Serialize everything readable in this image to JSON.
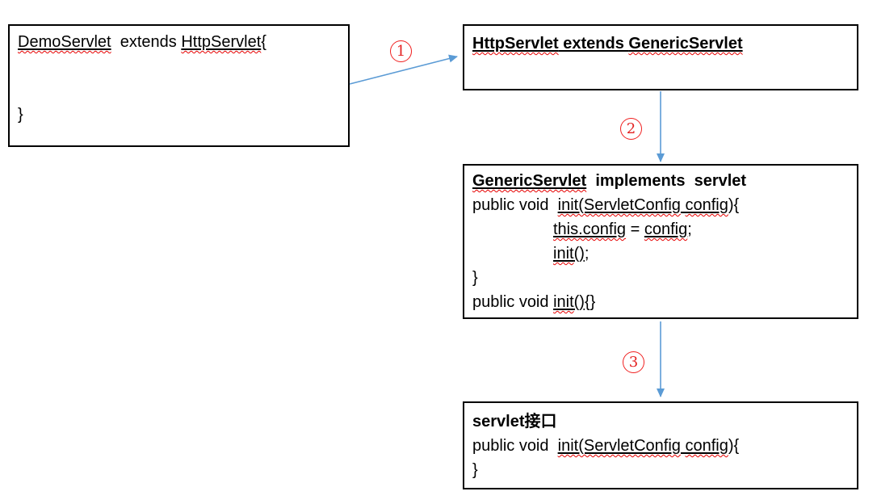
{
  "colors": {
    "arrow": "#5b9bd5",
    "step_red": "#f02020",
    "squiggle_red": "#e60000",
    "box_border": "#000000",
    "text": "#000000",
    "background": "#ffffff"
  },
  "boxes": {
    "demo": {
      "line1": {
        "class_a": "DemoServlet",
        "mid": "  extends ",
        "class_b": "HttpServlet",
        "brace": "{"
      },
      "closing_brace": "}"
    },
    "http": {
      "title_a": "HttpServlet",
      "title_mid": " extends ",
      "title_b": "GenericServlet"
    },
    "generic": {
      "title_a": "GenericServlet",
      "title_rest": "  implements  servlet",
      "l2_pre": "public void  ",
      "l2_fn": "init(ServletConfig",
      "l2_sp": " ",
      "l2_arg": "config",
      "l2_post": "){",
      "l3_lhs": "this.config",
      "l3_eq": " = ",
      "l3_rhs": "config",
      "l3_semi": ";",
      "l4_fn": "init",
      "l4_parens": "()",
      "l4_semi": ";",
      "l5": "}",
      "l6_pre": "public void ",
      "l6_fn": "init",
      "l6_parens": "()",
      "l6_post": "{}"
    },
    "servlet": {
      "title_en": "servlet",
      "title_cjk": "接口",
      "l2_pre": "public void  ",
      "l2_fn": "init(ServletConfig",
      "l2_sp": " ",
      "l2_arg": "config",
      "l2_post": "){",
      "l3": "}"
    }
  },
  "steps": [
    {
      "label": "1"
    },
    {
      "label": "2"
    },
    {
      "label": "3"
    }
  ]
}
